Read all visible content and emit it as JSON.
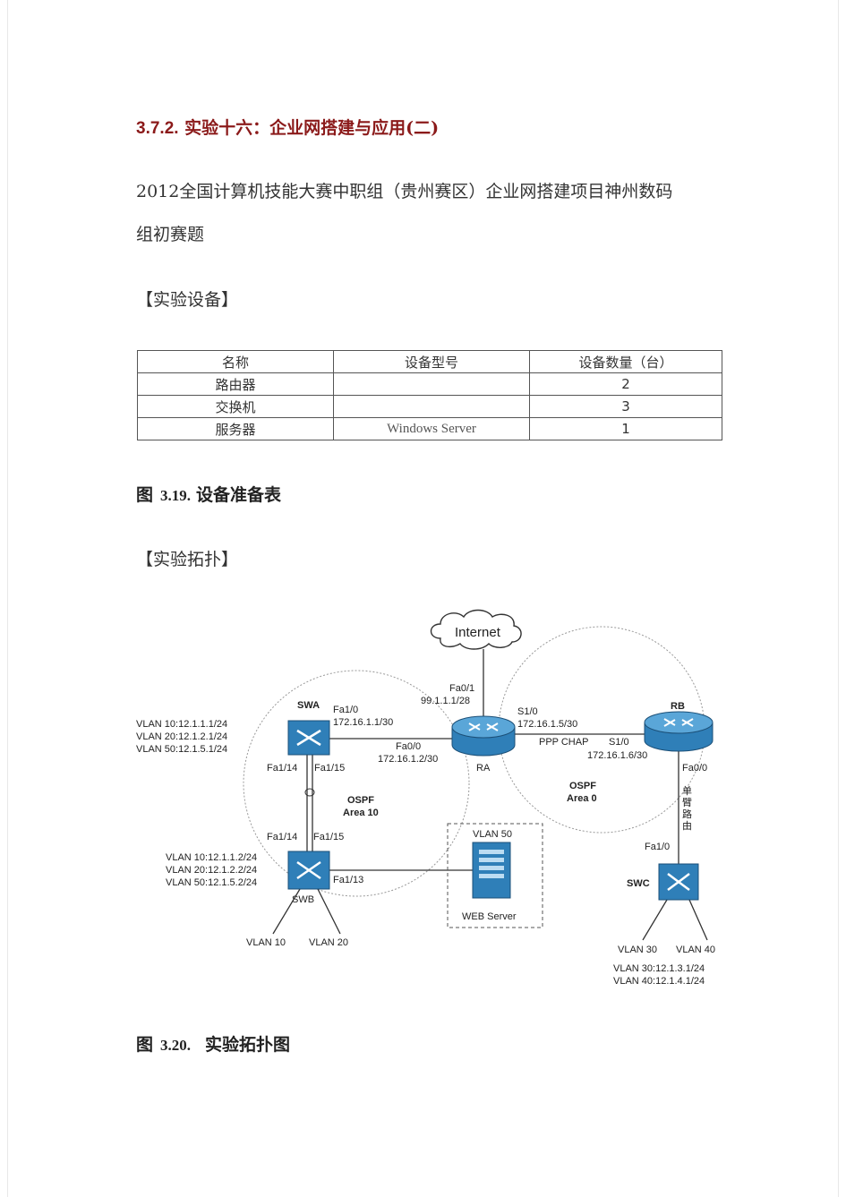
{
  "heading": {
    "number": "3.7.2.",
    "title": "实验十六：企业网搭建与应用(二)"
  },
  "intro": {
    "line1": "2012全国计算机技能大赛中职组（贵州赛区）企业网搭建项目神州数码",
    "line2": "组初赛题"
  },
  "section_equipment": "【实验设备】",
  "table": {
    "headers": [
      "名称",
      "设备型号",
      "设备数量（台）"
    ],
    "rows": [
      {
        "name": "路由器",
        "model": "",
        "qty": "2"
      },
      {
        "name": "交换机",
        "model": "",
        "qty": "3"
      },
      {
        "name": "服务器",
        "model": "Windows Server",
        "qty": "1"
      }
    ]
  },
  "caption1": {
    "prefix": "图",
    "number": "3.19.",
    "text": "设备准备表"
  },
  "section_topology": "【实验拓扑】",
  "topology": {
    "internet": "Internet",
    "ra": {
      "name": "RA",
      "fa01": "Fa0/1",
      "fa01_ip": "99.1.1.1/28",
      "fa00": "Fa0/0",
      "fa00_ip": "172.16.1.2/30",
      "s10": "S1/0",
      "s10_ip": "172.16.1.5/30"
    },
    "rb": {
      "name": "RB",
      "s10": "S1/0",
      "s10_ip": "172.16.1.6/30",
      "fa00": "Fa0/0"
    },
    "ppp": "PPP CHAP",
    "swa": {
      "name": "SWA",
      "fa10": "Fa1/0",
      "fa10_ip": "172.16.1.1/30",
      "fa114": "Fa1/14",
      "fa115": "Fa1/15",
      "vlans": [
        "VLAN 10:12.1.1.1/24",
        "VLAN 20:12.1.2.1/24",
        "VLAN 50:12.1.5.1/24"
      ]
    },
    "swb": {
      "name": "SWB",
      "fa114": "Fa1/14",
      "fa115": "Fa1/15",
      "fa113": "Fa1/13",
      "vlans": [
        "VLAN 10:12.1.1.2/24",
        "VLAN 20:12.1.2.2/24",
        "VLAN 50:12.1.5.2/24"
      ],
      "access": [
        "VLAN 10",
        "VLAN 20"
      ]
    },
    "swc": {
      "name": "SWC",
      "fa10": "Fa1/0",
      "access": [
        "VLAN 30",
        "VLAN 40"
      ],
      "vlans": [
        "VLAN 30:12.1.3.1/24",
        "VLAN 40:12.1.4.1/24"
      ]
    },
    "ospf10": {
      "l1": "OSPF",
      "l2": "Area 10"
    },
    "ospf0": {
      "l1": "OSPF",
      "l2": "Area 0"
    },
    "server": {
      "vlan": "VLAN 50",
      "name": "WEB Server"
    },
    "single_arm": [
      "单",
      "臂",
      "路",
      "由"
    ]
  },
  "caption2": {
    "prefix": "图",
    "number": "3.20.",
    "text": "实验拓扑图"
  }
}
